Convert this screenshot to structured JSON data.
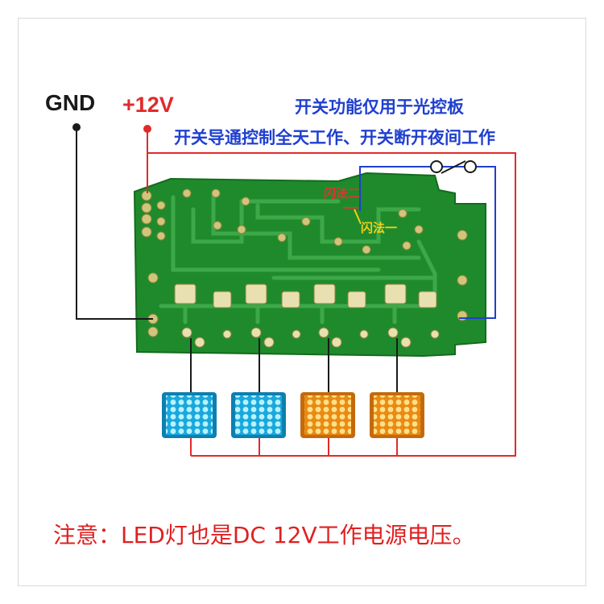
{
  "labels": {
    "gnd": "GND",
    "plus12v": "+12V",
    "switch_note_1": "开关功能仅用于光控板",
    "switch_note_2": "开关导通控制全天工作、开关断开夜间工作",
    "flash_mode_2": "闪法二",
    "flash_mode_1": "闪法一",
    "bottom_note": "注意：LED灯也是DC 12V工作电源电压。"
  },
  "leds": [
    {
      "color": "blue"
    },
    {
      "color": "blue"
    },
    {
      "color": "orange"
    },
    {
      "color": "orange"
    }
  ],
  "colors": {
    "gnd_wire": "#1a1a1a",
    "power_wire": "#e02a2a",
    "switch_wire": "#1f3fd0",
    "pcb": "#1f8a2c",
    "led_blue": "#2ec6f0",
    "led_orange": "#f4a51e"
  }
}
